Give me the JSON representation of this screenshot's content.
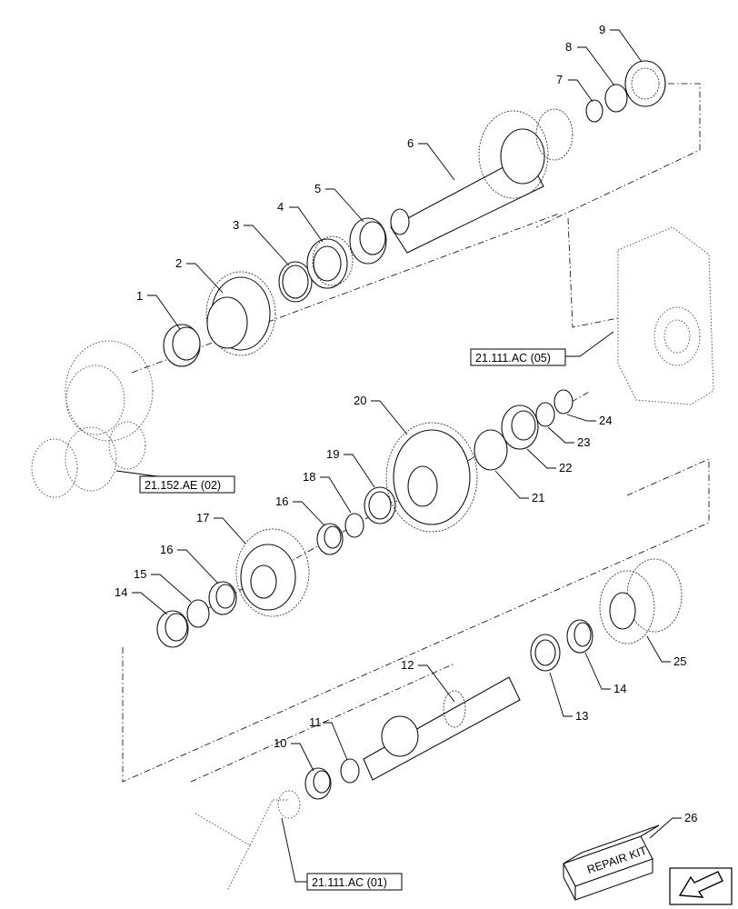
{
  "callouts": [
    {
      "n": "1"
    },
    {
      "n": "2"
    },
    {
      "n": "3"
    },
    {
      "n": "4"
    },
    {
      "n": "5"
    },
    {
      "n": "6"
    },
    {
      "n": "7"
    },
    {
      "n": "8"
    },
    {
      "n": "9"
    },
    {
      "n": "10"
    },
    {
      "n": "11"
    },
    {
      "n": "12"
    },
    {
      "n": "13"
    },
    {
      "n": "14"
    },
    {
      "n": "14"
    },
    {
      "n": "15"
    },
    {
      "n": "16"
    },
    {
      "n": "16"
    },
    {
      "n": "17"
    },
    {
      "n": "18"
    },
    {
      "n": "19"
    },
    {
      "n": "20"
    },
    {
      "n": "21"
    },
    {
      "n": "22"
    },
    {
      "n": "23"
    },
    {
      "n": "24"
    },
    {
      "n": "25"
    },
    {
      "n": "26"
    }
  ],
  "references": {
    "housing": "21.111.AC (05)",
    "gear_cluster": "21.152.AE (02)",
    "lube_pipe": "21.111.AC (01)"
  },
  "kit_label": "REPAIR KIT",
  "icons": {
    "nav": "arrow-down-left-icon"
  }
}
